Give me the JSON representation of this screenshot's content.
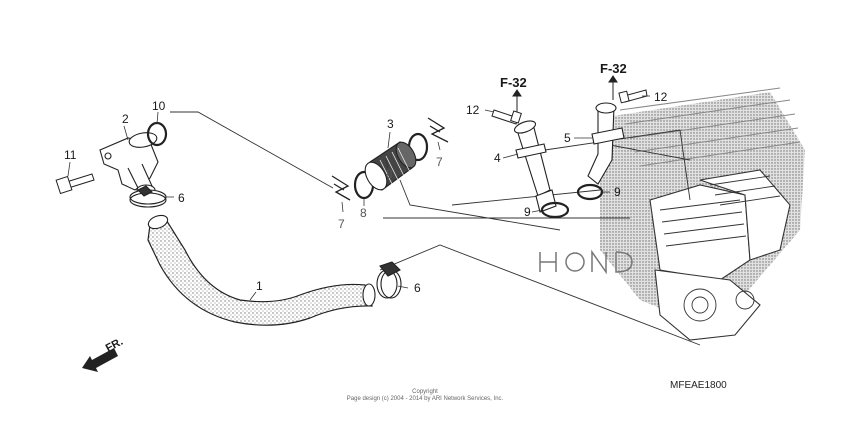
{
  "diagram": {
    "callouts": {
      "hose": "1",
      "elbow_joint": "2",
      "connector": "3",
      "pipe_left": "4",
      "pipe_right": "5",
      "clamp_upper": "6",
      "clamp_lower": "6",
      "clip_left": "7",
      "clip_right": "7",
      "oring_connector_left": "8",
      "oring_connector_right": "8",
      "oring_pipe_left": "9",
      "oring_pipe_right": "9",
      "oring_elbow": "10",
      "bolt_elbow": "11",
      "bolt_pipe_left": "12",
      "bolt_pipe_right": "12"
    },
    "refs": {
      "left": "F-32",
      "right": "F-32"
    },
    "direction": "FR.",
    "diagram_code": "MFEAE1800",
    "copyright": {
      "line1": "Copyright",
      "line2": "Page design (c) 2004 - 2014 by ARI Network Services, Inc."
    }
  }
}
